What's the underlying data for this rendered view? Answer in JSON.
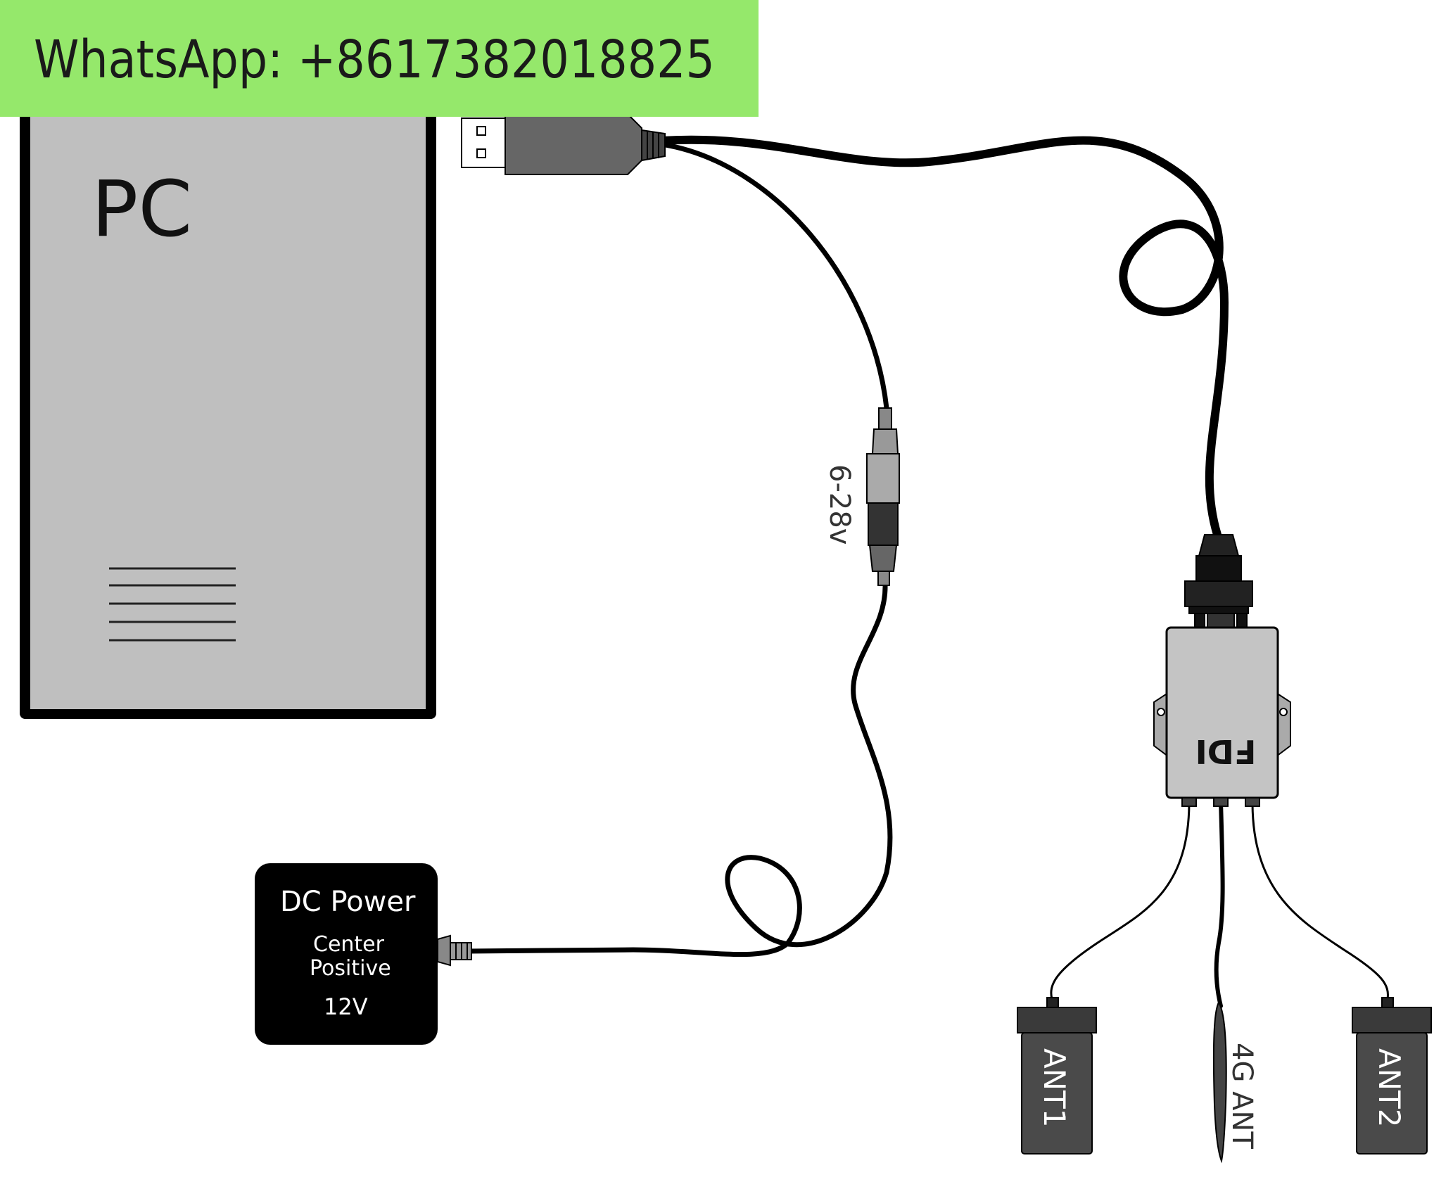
{
  "banner": {
    "text": "WhatsApp: +8617382018825",
    "color": "#95e86b"
  },
  "pc": {
    "label": "PC",
    "fill": "#bfbfbf"
  },
  "voltage_label": "6-28v",
  "dc_power": {
    "title": "DC Power",
    "line1": "Center",
    "line2": "Positive",
    "voltage": "12V"
  },
  "device": {
    "label": "FDI",
    "fill": "#c4c4c4"
  },
  "antennas": {
    "ant1": "ANT1",
    "ant2": "ANT2",
    "ant4g": "4G ANT",
    "fill": "#4a4a4a"
  },
  "colors": {
    "cable": "#000000",
    "usb_plug": "#666666",
    "connector": "#555555"
  }
}
